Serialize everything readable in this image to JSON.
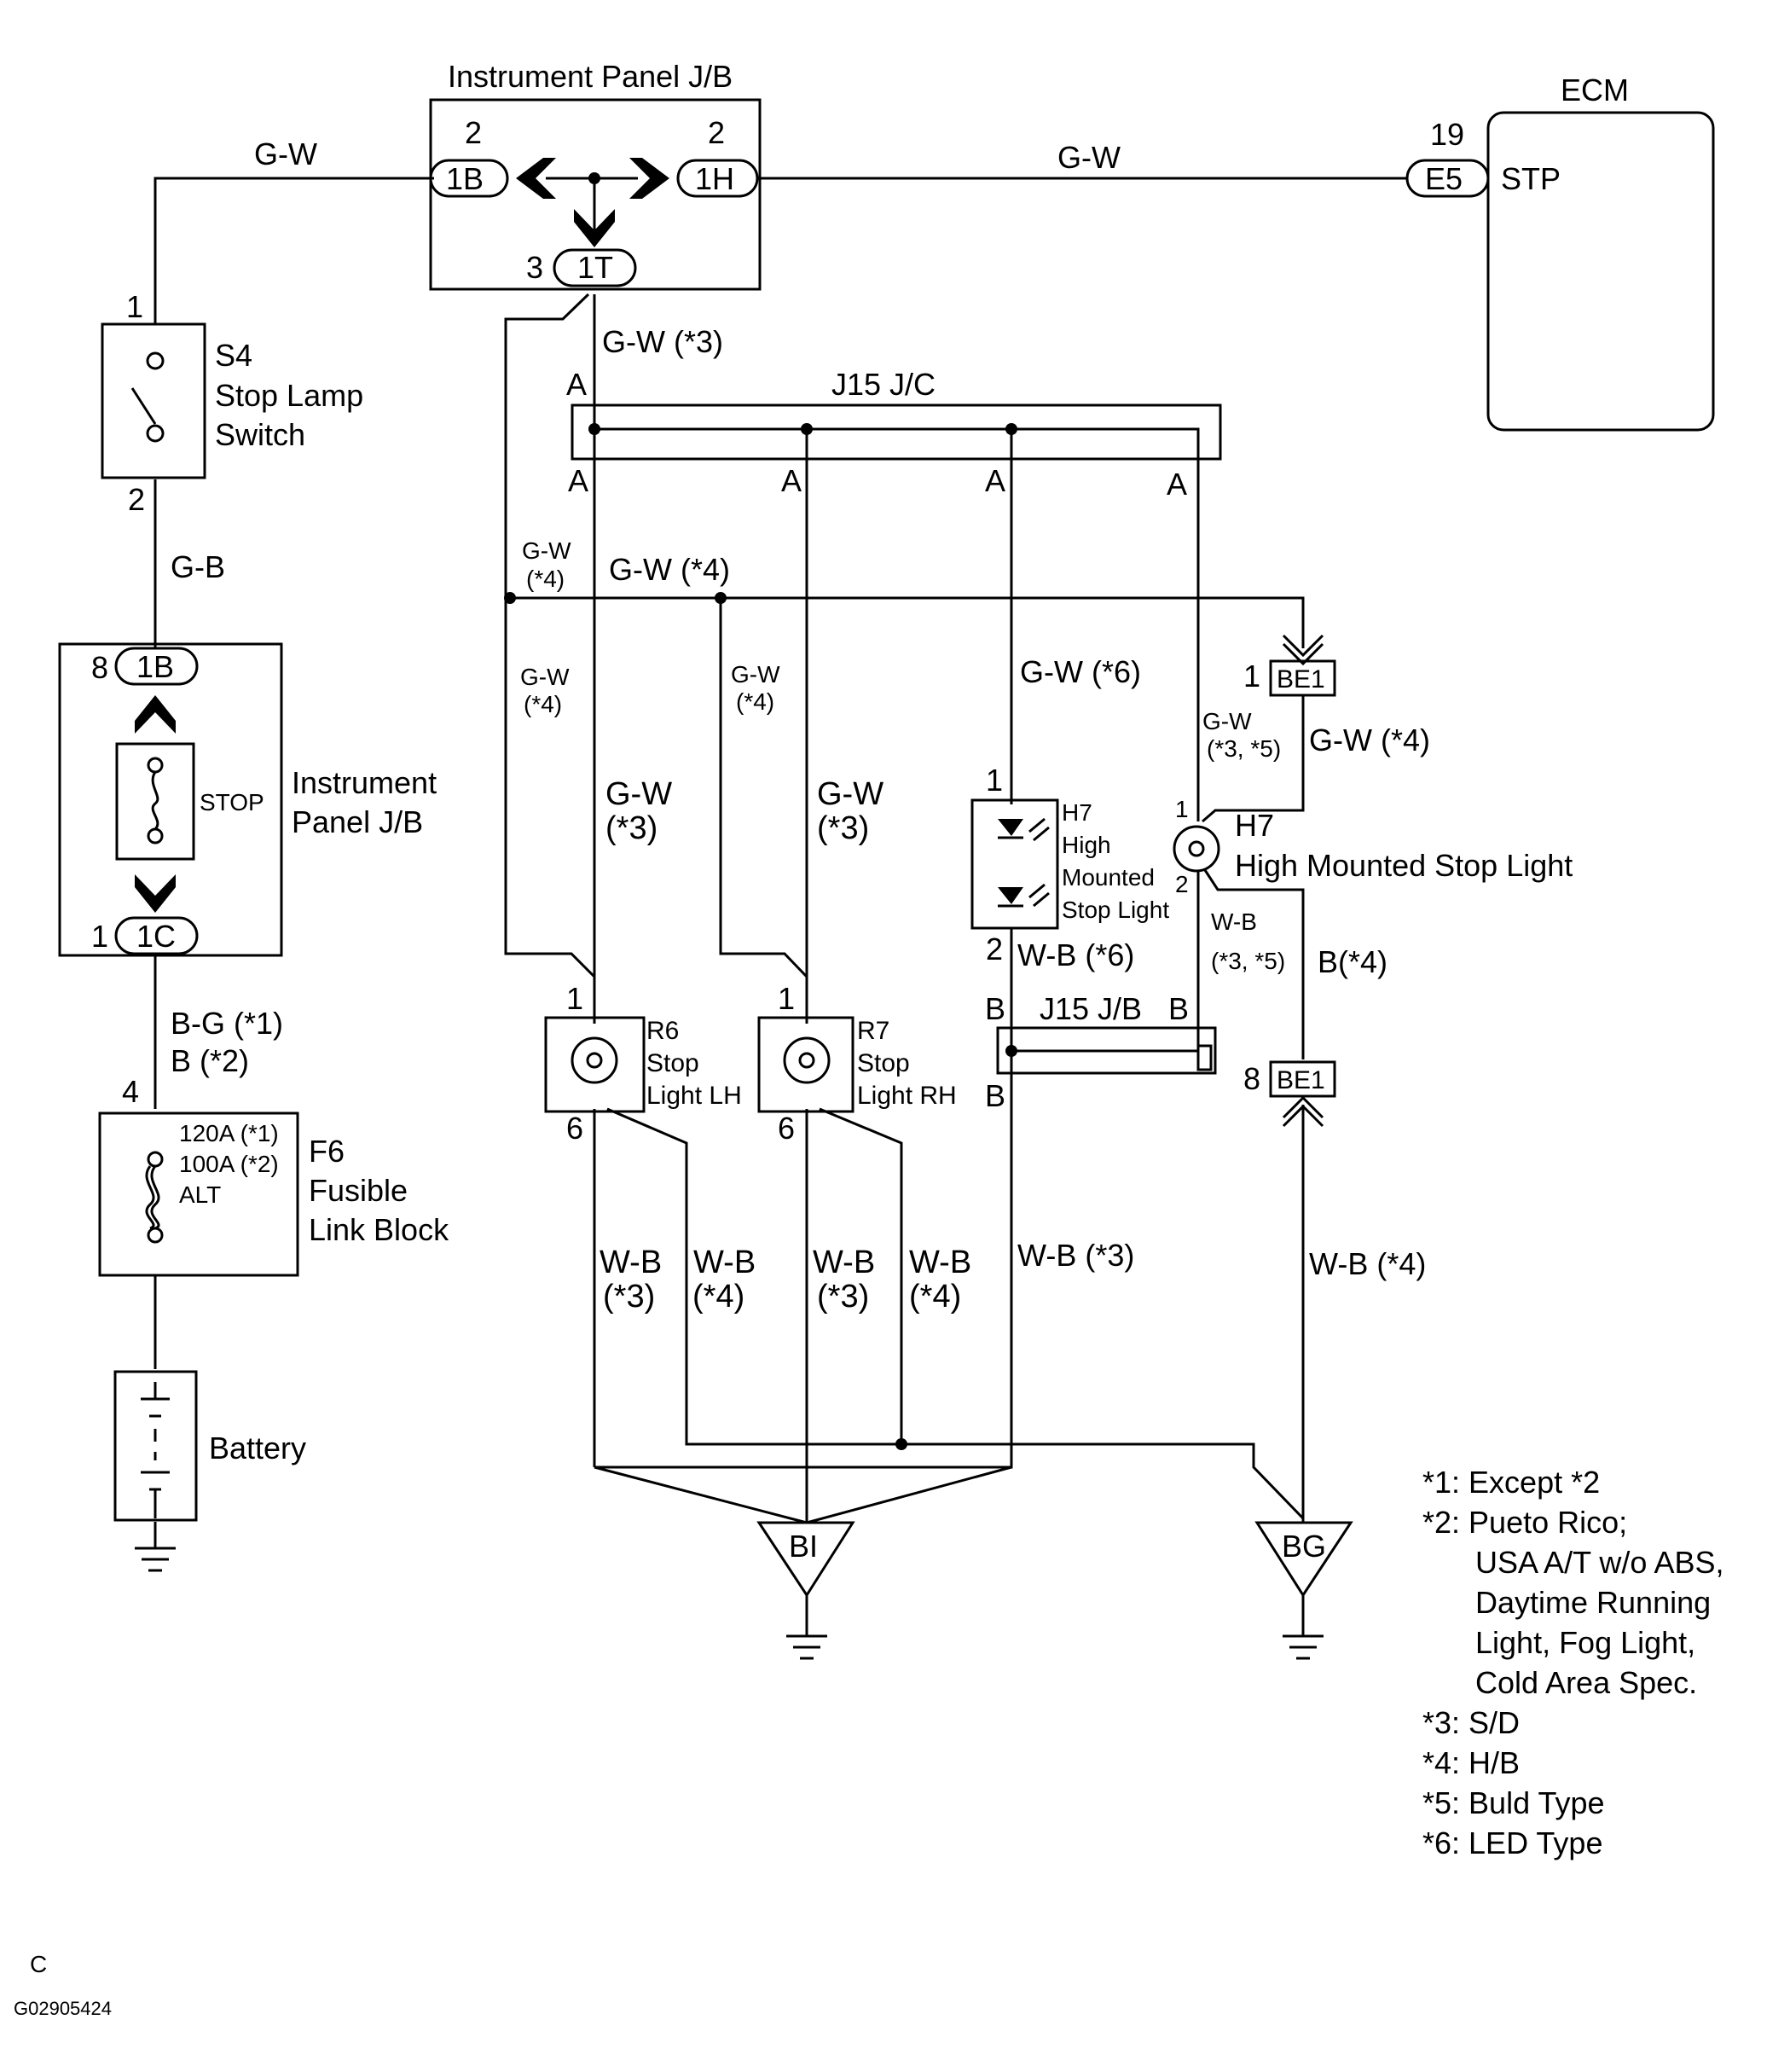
{
  "ijb_top": {
    "title": "Instrument Panel J/B",
    "left_pin": "2",
    "left_conn": "1B",
    "right_pin": "2",
    "right_conn": "1H",
    "bottom_pin": "3",
    "bottom_conn": "1T"
  },
  "ecm": {
    "title": "ECM",
    "pin": "19",
    "conn": "E5",
    "signal": "STP"
  },
  "wires": {
    "gw_left": "G-W",
    "gw_right": "G-W",
    "gw3_top": "G-W (*3)",
    "gw4_horizontal": "G-W (*4)",
    "gw4_small_1a": "G-W",
    "gw4_small_1b": "(*4)",
    "gw4_small_2a": "G-W",
    "gw4_small_2b": "(*4)",
    "gw4_small_3a": "G-W",
    "gw4_small_3b": "(*4)",
    "gw3_r6a": "G-W",
    "gw3_r6b": "(*3)",
    "gw3_r7a": "G-W",
    "gw3_r7b": "(*3)",
    "gw6": "G-W (*6)",
    "gw35_a": "G-W",
    "gw35_b": "(*3, *5)",
    "gw4_be1": "G-W (*4)",
    "gb": "G-B",
    "bg1": "B-G (*1)",
    "b2": "B (*2)",
    "wb6": "W-B (*6)",
    "wb35_a": "W-B",
    "wb35_b": "(*3, *5)",
    "b4": "B(*4)",
    "wb_r6_3a": "W-B",
    "wb_r6_3b": "(*3)",
    "wb_r6_4a": "W-B",
    "wb_r6_4b": "(*4)",
    "wb_r7_3a": "W-B",
    "wb_r7_3b": "(*3)",
    "wb_r7_4a": "W-B",
    "wb_r7_4b": "(*4)",
    "wb3": "W-B (*3)",
    "wb4": "W-B (*4)"
  },
  "s4": {
    "pin_top": "1",
    "pin_bottom": "2",
    "code": "S4",
    "name_1": "Stop Lamp",
    "name_2": "Switch"
  },
  "ijb_fuse": {
    "pin_top": "8",
    "conn_top": "1B",
    "fuse": "STOP",
    "title_1": "Instrument",
    "title_2": "Panel J/B",
    "pin_bottom": "1",
    "conn_bottom": "1C"
  },
  "f6": {
    "pin": "4",
    "rating_1": "120A (*1)",
    "rating_2": "100A (*2)",
    "fuse": "ALT",
    "code": "F6",
    "name_1": "Fusible",
    "name_2": "Link Block"
  },
  "battery": {
    "label": "Battery"
  },
  "j15_jc": {
    "title": "J15 J/C",
    "a_top": "A",
    "a1": "A",
    "a2": "A",
    "a3": "A",
    "a4": "A"
  },
  "h7_led": {
    "pin_top": "1",
    "pin_bottom": "2",
    "code": "H7",
    "name_1": "High",
    "name_2": "Mounted",
    "name_3": "Stop Light"
  },
  "h7_bulb": {
    "pin_top": "1",
    "pin_bottom": "2",
    "code": "H7",
    "name": "High Mounted Stop Light"
  },
  "be1_top": {
    "pin": "1",
    "conn": "BE1"
  },
  "be1_bottom": {
    "pin": "8",
    "conn": "BE1"
  },
  "j15_jb": {
    "title": "J15 J/B",
    "b_left": "B",
    "b_right": "B",
    "b_bottom": "B"
  },
  "r6": {
    "pin_top": "1",
    "pin_bottom": "6",
    "code": "R6",
    "name_1": "Stop",
    "name_2": "Light LH"
  },
  "r7": {
    "pin_top": "1",
    "pin_bottom": "6",
    "code": "R7",
    "name_1": "Stop",
    "name_2": "Light RH"
  },
  "grounds": {
    "bi": "BI",
    "bg": "BG"
  },
  "notes": [
    "*1: Except *2",
    "*2: Pueto Rico;",
    "USA A/T w/o ABS,",
    "Daytime Running",
    "Light, Fog Light,",
    "Cold Area Spec.",
    "*3: S/D",
    "*4: H/B",
    "*5: Buld Type",
    "*6: LED Type"
  ],
  "footer": {
    "letter": "C",
    "code": "G02905424"
  }
}
